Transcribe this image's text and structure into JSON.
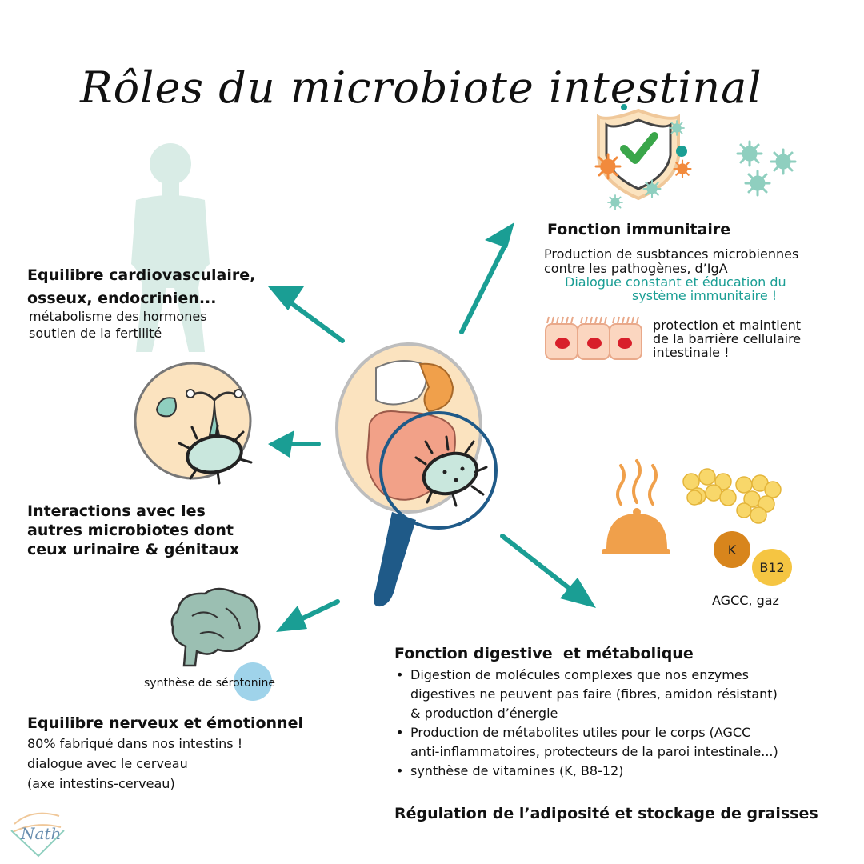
{
  "title": "Rôles du microbiote intestinal",
  "cardio": {
    "heading_line1": "Equilibre cardiovasculaire,",
    "heading_line2": "osseux, endocrinien...",
    "line1": "métabolisme des hormones",
    "line2": "soutien de la fertilité"
  },
  "interactions": {
    "line1": "Interactions avec les",
    "line2": "autres microbiotes dont",
    "line3": "ceux urinaire & génitaux"
  },
  "nerveux": {
    "serotonin_label": "synthèse de sérotonine",
    "heading": "Equilibre nerveux et émotionnel",
    "line1": "80% fabriqué dans nos intestins !",
    "line2": "dialogue avec le cerveau",
    "line3": "(axe intestins-cerveau)"
  },
  "immunitaire": {
    "heading": "Fonction immunitaire",
    "line1": "Production de susbtances microbiennes",
    "line2": "contre les pathogènes, d’IgA",
    "teal_line1": "Dialogue constant et éducation du",
    "teal_line2": "système immunitaire !",
    "barrier_line1": "protection et maintient",
    "barrier_line2": "de la barrière cellulaire",
    "barrier_line3": "intestinale !"
  },
  "vitamins": {
    "k": "K",
    "b12": "B12",
    "agcc": "AGCC, gaz"
  },
  "digestive": {
    "heading": "Fonction digestive  et métabolique",
    "b1_line1": "Digestion de molécules complexes que nos enzymes",
    "b1_line2": "digestives ne peuvent pas faire (fibres, amidon résistant)",
    "b1_line3": "& production d’énergie",
    "b2_line1": "Production de métabolites utiles pour le corps (AGCC",
    "b2_line2": "anti-inflammatoires, protecteurs de la paroi intestinale...)",
    "b3": "synthèse de vitamines (K, B8-12)",
    "regulation": "Régulation de l’adiposité et stockage de graisses"
  },
  "logo": {
    "text": "Nath"
  },
  "colors": {
    "teal": "#1a9e94",
    "orange": "#f0a04b",
    "cream": "#fbe3bf",
    "dark_blue": "#1f5a88",
    "mint": "#8fcfbf"
  },
  "icons": [
    "human-silhouette-icon",
    "shield-check-icon",
    "virus-icon",
    "intestine-cells-icon",
    "gut-organs-icon",
    "magnifying-glass-icon",
    "bacterium-icon",
    "reproductive-organs-icon",
    "brain-icon",
    "food-cloche-icon",
    "fat-cells-icon",
    "arrow-icon"
  ]
}
